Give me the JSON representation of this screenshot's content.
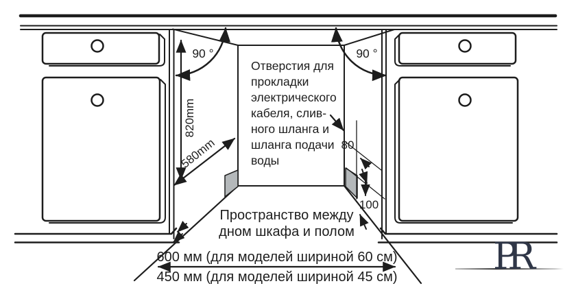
{
  "diagram": {
    "angles": {
      "left": "90 °",
      "right": "90 °"
    },
    "dims": {
      "height": "820mm",
      "depth": "580mm",
      "hole_top": "80",
      "hole_bottom": "100",
      "width60": "600 мм (для моделей шириной 60 см)",
      "width45": "450 мм (для моделей шириной 45 см)"
    },
    "holes_note": [
      "Отверстия для",
      "прокладки",
      "электрического",
      "кабеля, слив-",
      "ного шланга и",
      "шланга подачи",
      "воды"
    ],
    "floor_note": [
      "Пространство между",
      "дном шкафа и полом"
    ],
    "logo_text": "PR",
    "colors": {
      "line": "#1d1d1d",
      "hole_fill": "#b4b8ba",
      "logo": "#2f3647",
      "background": "#ffffff"
    }
  }
}
